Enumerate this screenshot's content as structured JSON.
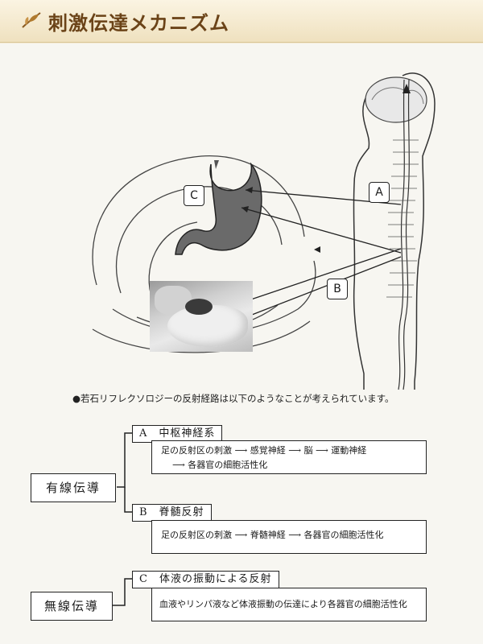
{
  "header": {
    "title": "刺激伝達メカニズム",
    "leaf_icon": "leaf-icon",
    "accent_color": "#6b4318"
  },
  "figure": {
    "label_a": "A",
    "label_b": "B",
    "label_c": "C"
  },
  "intro": "●若石リフレクソロジーの反射経路は以下のようなことが考えられています。",
  "conduction": {
    "wired": {
      "label": "有線伝導",
      "a": {
        "title": "A　中枢神経系",
        "line1": "足の反射区の刺激 ⟶ 感覚神経 ⟶ 脳 ⟶ 運動神経",
        "line2": "⟶ 各器官の細胞活性化"
      },
      "b": {
        "title": "B　脊髄反射",
        "line1": "足の反射区の刺激 ⟶ 脊髄神経 ⟶ 各器官の細胞活性化"
      }
    },
    "wireless": {
      "label": "無線伝導",
      "c": {
        "title": "C　体液の振動による反射",
        "line1": "血液やリンパ液など体液振動の伝達により各器官の細胞活性化"
      }
    }
  }
}
